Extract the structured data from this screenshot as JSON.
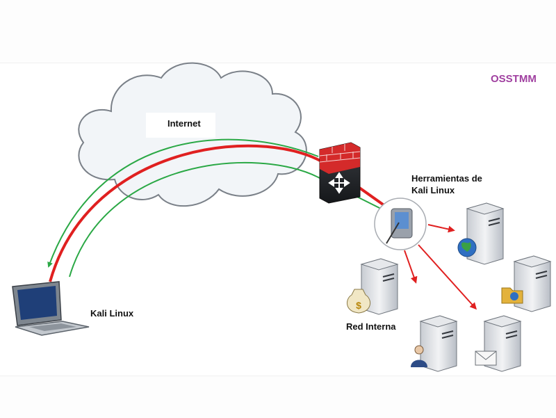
{
  "diagram": {
    "title": "OSSTMM",
    "internet_label": "Internet",
    "tools_label_line1": "Herramientas de",
    "tools_label_line2": "Kali Linux",
    "attacker_label": "Kali Linux",
    "internal_network_label": "Red Interna"
  },
  "colors": {
    "title": "#a040a0",
    "green_arrow": "#2aa845",
    "red_arrow": "#e02020",
    "firewall_brick": "#d42a2a",
    "cloud_fill": "#f2f5f8",
    "cloud_stroke": "#7a8088"
  },
  "icons": {
    "cloud": "cloud-icon",
    "firewall": "firewall-router-icon",
    "tablet": "pda-icon",
    "laptop": "laptop-icon",
    "servers": [
      "web-server-globe-icon",
      "file-server-folder-icon",
      "finance-server-money-icon",
      "user-server-person-icon",
      "mail-server-envelope-icon"
    ]
  }
}
